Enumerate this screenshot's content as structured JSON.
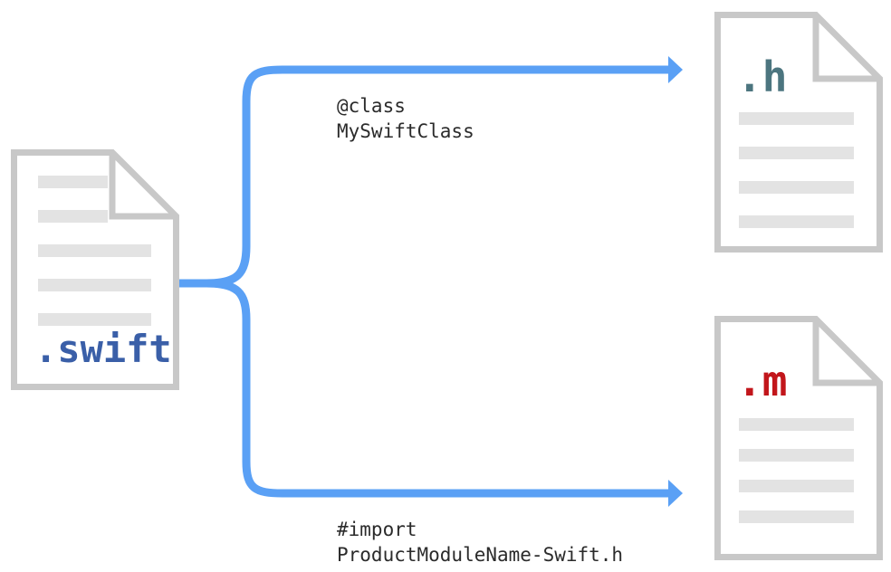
{
  "diagram": {
    "title": "Swift and Objective-C interoperability file flow",
    "colors": {
      "arrow_blue": "#5AA0F5",
      "doc_border_gray": "#c8c8c8",
      "doc_line_gray": "#e3e3e3",
      "swift_blue": "#3A5FA8",
      "header_teal": "#4C757F",
      "implementation_red": "#C2161B",
      "label_text": "#2b2b2b",
      "background": "#ffffff"
    },
    "source": {
      "name": "swift-source-file",
      "extension_label": ".swift",
      "line_count": 5
    },
    "targets": [
      {
        "name": "objc-header-file",
        "extension_label": ".h",
        "line_count": 4
      },
      {
        "name": "objc-implementation-file",
        "extension_label": ".m",
        "line_count": 4
      }
    ],
    "connections": [
      {
        "name": "forward-declaration-branch",
        "from": ".swift",
        "to": ".h",
        "label_lines": [
          "@class",
          "MySwiftClass"
        ]
      },
      {
        "name": "import-branch",
        "from": ".swift",
        "to": ".m",
        "label_lines": [
          "#import",
          "ProductModuleName-Swift.h"
        ]
      }
    ]
  }
}
